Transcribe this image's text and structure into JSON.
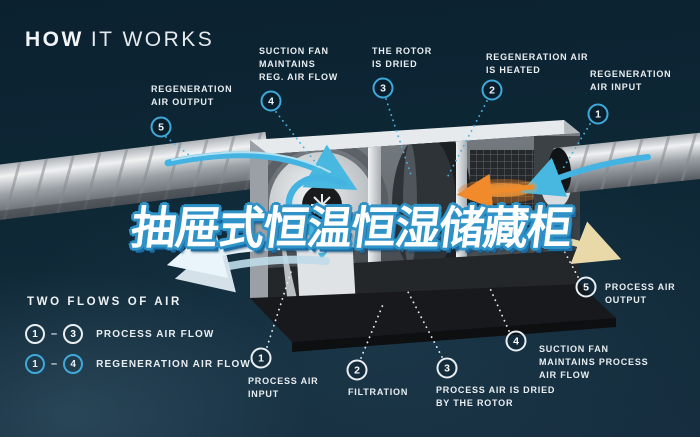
{
  "header": {
    "title_bold": "HOW",
    "title_rest": "IT WORKS"
  },
  "overlay": {
    "text": "抽屉式恒温恒湿储藏柜"
  },
  "top_labels": [
    {
      "num": "1",
      "text": "REGENERATION\nAIR INPUT"
    },
    {
      "num": "2",
      "text": "REGENERATION AIR\nIS HEATED"
    },
    {
      "num": "3",
      "text": "THE ROTOR\nIS DRIED"
    },
    {
      "num": "4",
      "text": "SUCTION FAN\nMAINTAINS\nREG. AIR FLOW"
    },
    {
      "num": "5",
      "text": "REGENERATION\nAIR OUTPUT"
    }
  ],
  "bottom_labels": [
    {
      "num": "1",
      "text": "PROCESS AIR\nINPUT"
    },
    {
      "num": "2",
      "text": "FILTRATION"
    },
    {
      "num": "3",
      "text": "PROCESS AIR IS DRIED\nBY THE ROTOR"
    },
    {
      "num": "4",
      "text": "SUCTION FAN\nMAINTAINS PROCESS\nAIR FLOW"
    },
    {
      "num": "5",
      "text": "PROCESS AIR\nOUTPUT"
    }
  ],
  "legend": {
    "heading": "TWO FLOWS OF AIR",
    "rows": [
      {
        "from": "1",
        "dash": "–",
        "to": "3",
        "label": "PROCESS AIR FLOW",
        "variant": "white"
      },
      {
        "from": "1",
        "dash": "–",
        "to": "4",
        "label": "REGENERATION AIR FLOW",
        "variant": "cyan"
      }
    ]
  },
  "colors": {
    "background": "#0e2836",
    "accent_cyan": "#3fa9d9",
    "label_white": "#e9eef1",
    "heater_orange": "#ef8c2b",
    "output_cream": "#e7d8a8",
    "overlay_fill": "#ffffff",
    "overlay_outline": "#2f93c8"
  }
}
